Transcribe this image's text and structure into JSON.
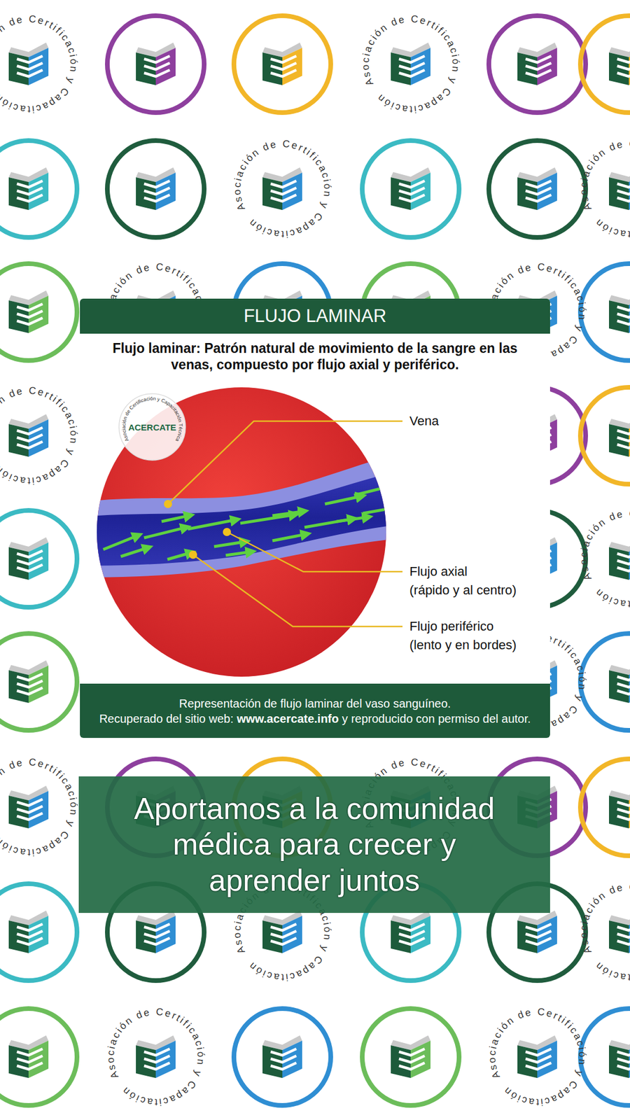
{
  "diagram": {
    "title": "FLUJO LAMINAR",
    "caption": "Representación de flujo laminar del vaso sanguíneo.",
    "nodes": [
      {
        "text": [
          "Asociación de Certificación y Capacitación Técnica",
          "ACERCATE"
        ]
      },
      {
        "text": [
          "Aportamos a la comunidad médica para crecer y aprender juntos"
        ]
      }
    ],
    "labels": [
      "Asociación de Certificación y Capacitación",
      "Asociación de Certificación y Capacitación",
      "Asociación de Certificación y Capacitación",
      "Asociación de Certificación y Capacitación",
      "Asociación de Certificación y Capacitación",
      "Asociación de Certificación y Capacitación",
      "Asociación de Certificación y Capacitación",
      "Asociación de Certificación y Capacitación",
      "Asociación de Certificación y Capacitación",
      "Asociación de Certificación y Capacitación",
      "Asociación de Certificación y Capacitación",
      "Asociación de Certificación y Capacitación",
      "Asociación de Certificación y Capacitación",
      "Asociación de Certificación y Capacitación",
      "Asociación de Certificación y Capacitación",
      "Flujo laminar: Patrón natural de movimiento de la sangre en las venas, compuesto por flujo axial y periférico.",
      "Vena",
      "Flujo axial",
      "(rápido y al centro)",
      "Flujo periférico",
      "(lento y en bordes)",
      "Recuperado del sitio web:",
      "www.acercate.info",
      "y reproducido con permiso del autor."
    ]
  }
}
